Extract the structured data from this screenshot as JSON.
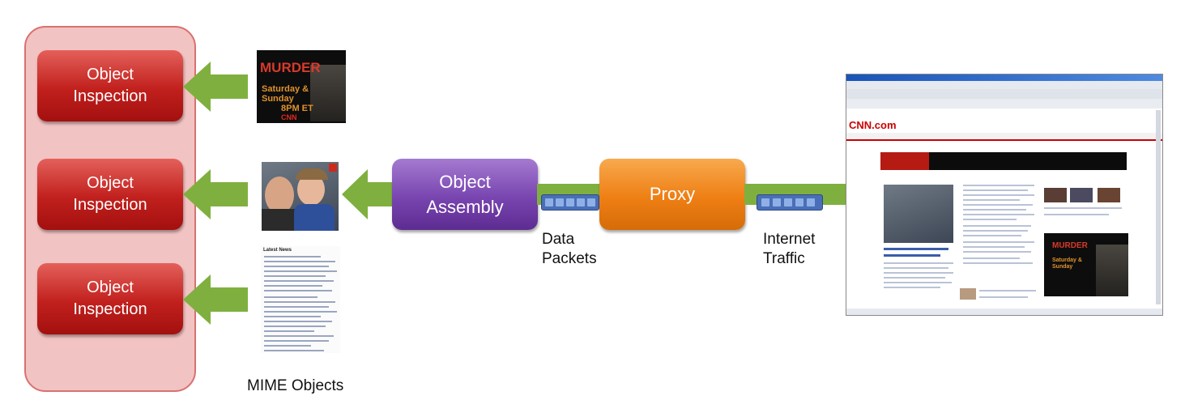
{
  "inspection": {
    "boxes": [
      {
        "line1": "Object",
        "line2": "Inspection"
      },
      {
        "line1": "Object",
        "line2": "Inspection"
      },
      {
        "line1": "Object",
        "line2": "Inspection"
      }
    ]
  },
  "mime_objects": {
    "label": "MIME Objects",
    "book": {
      "line1": "MURDER",
      "line2": "Saturday & Sunday",
      "line3": "8PM ET",
      "line4": "CNN"
    },
    "news_heading": "Latest News"
  },
  "assembly": {
    "line1": "Object",
    "line2": "Assembly"
  },
  "proxy": {
    "label": "Proxy"
  },
  "labels": {
    "data_packets_1": "Data",
    "data_packets_2": "Packets",
    "internet_1": "Internet",
    "internet_2": "Traffic"
  },
  "browser": {
    "logo": "CNN.com"
  },
  "colors": {
    "inspection": "#c1201d",
    "panel": "#f2c3c3",
    "assembly": "#7845b0",
    "proxy": "#ee7f14",
    "arrow": "#7fb03f",
    "packets": "#4a6fb8"
  }
}
